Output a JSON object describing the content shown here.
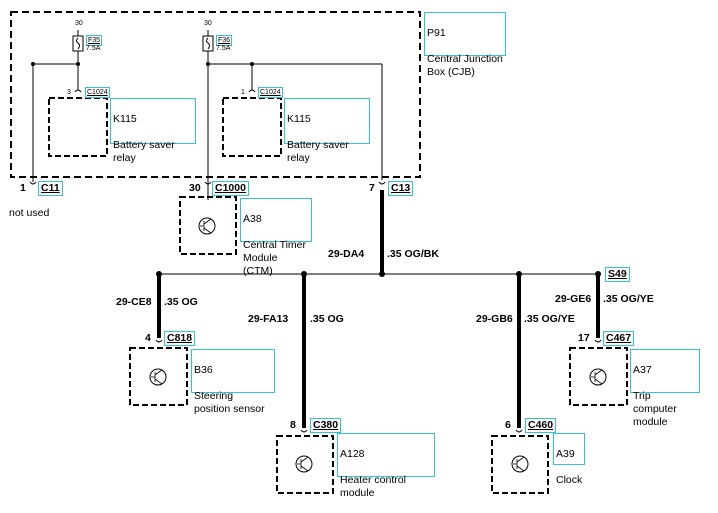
{
  "cjb": {
    "ref": "P91",
    "name": "Central Junction Box (CJB)"
  },
  "fuses": [
    {
      "supply": "30",
      "id": "F35",
      "rating": "7.5A"
    },
    {
      "supply": "30",
      "id": "F36",
      "rating": "7.5A"
    }
  ],
  "relays": [
    {
      "pin": "3",
      "connector": "C1024",
      "ref": "K115",
      "name": "Battery saver relay"
    },
    {
      "pin": "1",
      "connector": "C1024",
      "ref": "K115",
      "name": "Battery saver relay"
    }
  ],
  "cjb_pins": [
    {
      "pin": "1",
      "connector": "C11"
    },
    {
      "pin": "30",
      "connector": "C1000"
    },
    {
      "pin": "7",
      "connector": "C13"
    }
  ],
  "not_used": "not used",
  "ctm": {
    "ref": "A38",
    "name": "Central Timer Module (CTM)"
  },
  "main_wire": {
    "circuit": "29-DA4",
    "spec": ".35 OG/BK"
  },
  "splice": "S49",
  "branches": [
    {
      "circuit": "29-CE8",
      "spec": ".35 OG",
      "pin": "4",
      "connector": "C818",
      "ref": "B36",
      "name": "Steering position sensor"
    },
    {
      "circuit": "29-FA13",
      "spec": ".35 OG",
      "pin": "8",
      "connector": "C380",
      "ref": "A128",
      "name": "Heater control module"
    },
    {
      "circuit": "29-GB6",
      "spec": ".35 OG/YE",
      "pin": "6",
      "connector": "C460",
      "ref": "A39",
      "name": "Clock"
    },
    {
      "circuit": "29-GE6",
      "spec": ".35 OG/YE",
      "pin": "17",
      "connector": "C467",
      "ref": "A37",
      "name": "Trip computer module"
    }
  ]
}
